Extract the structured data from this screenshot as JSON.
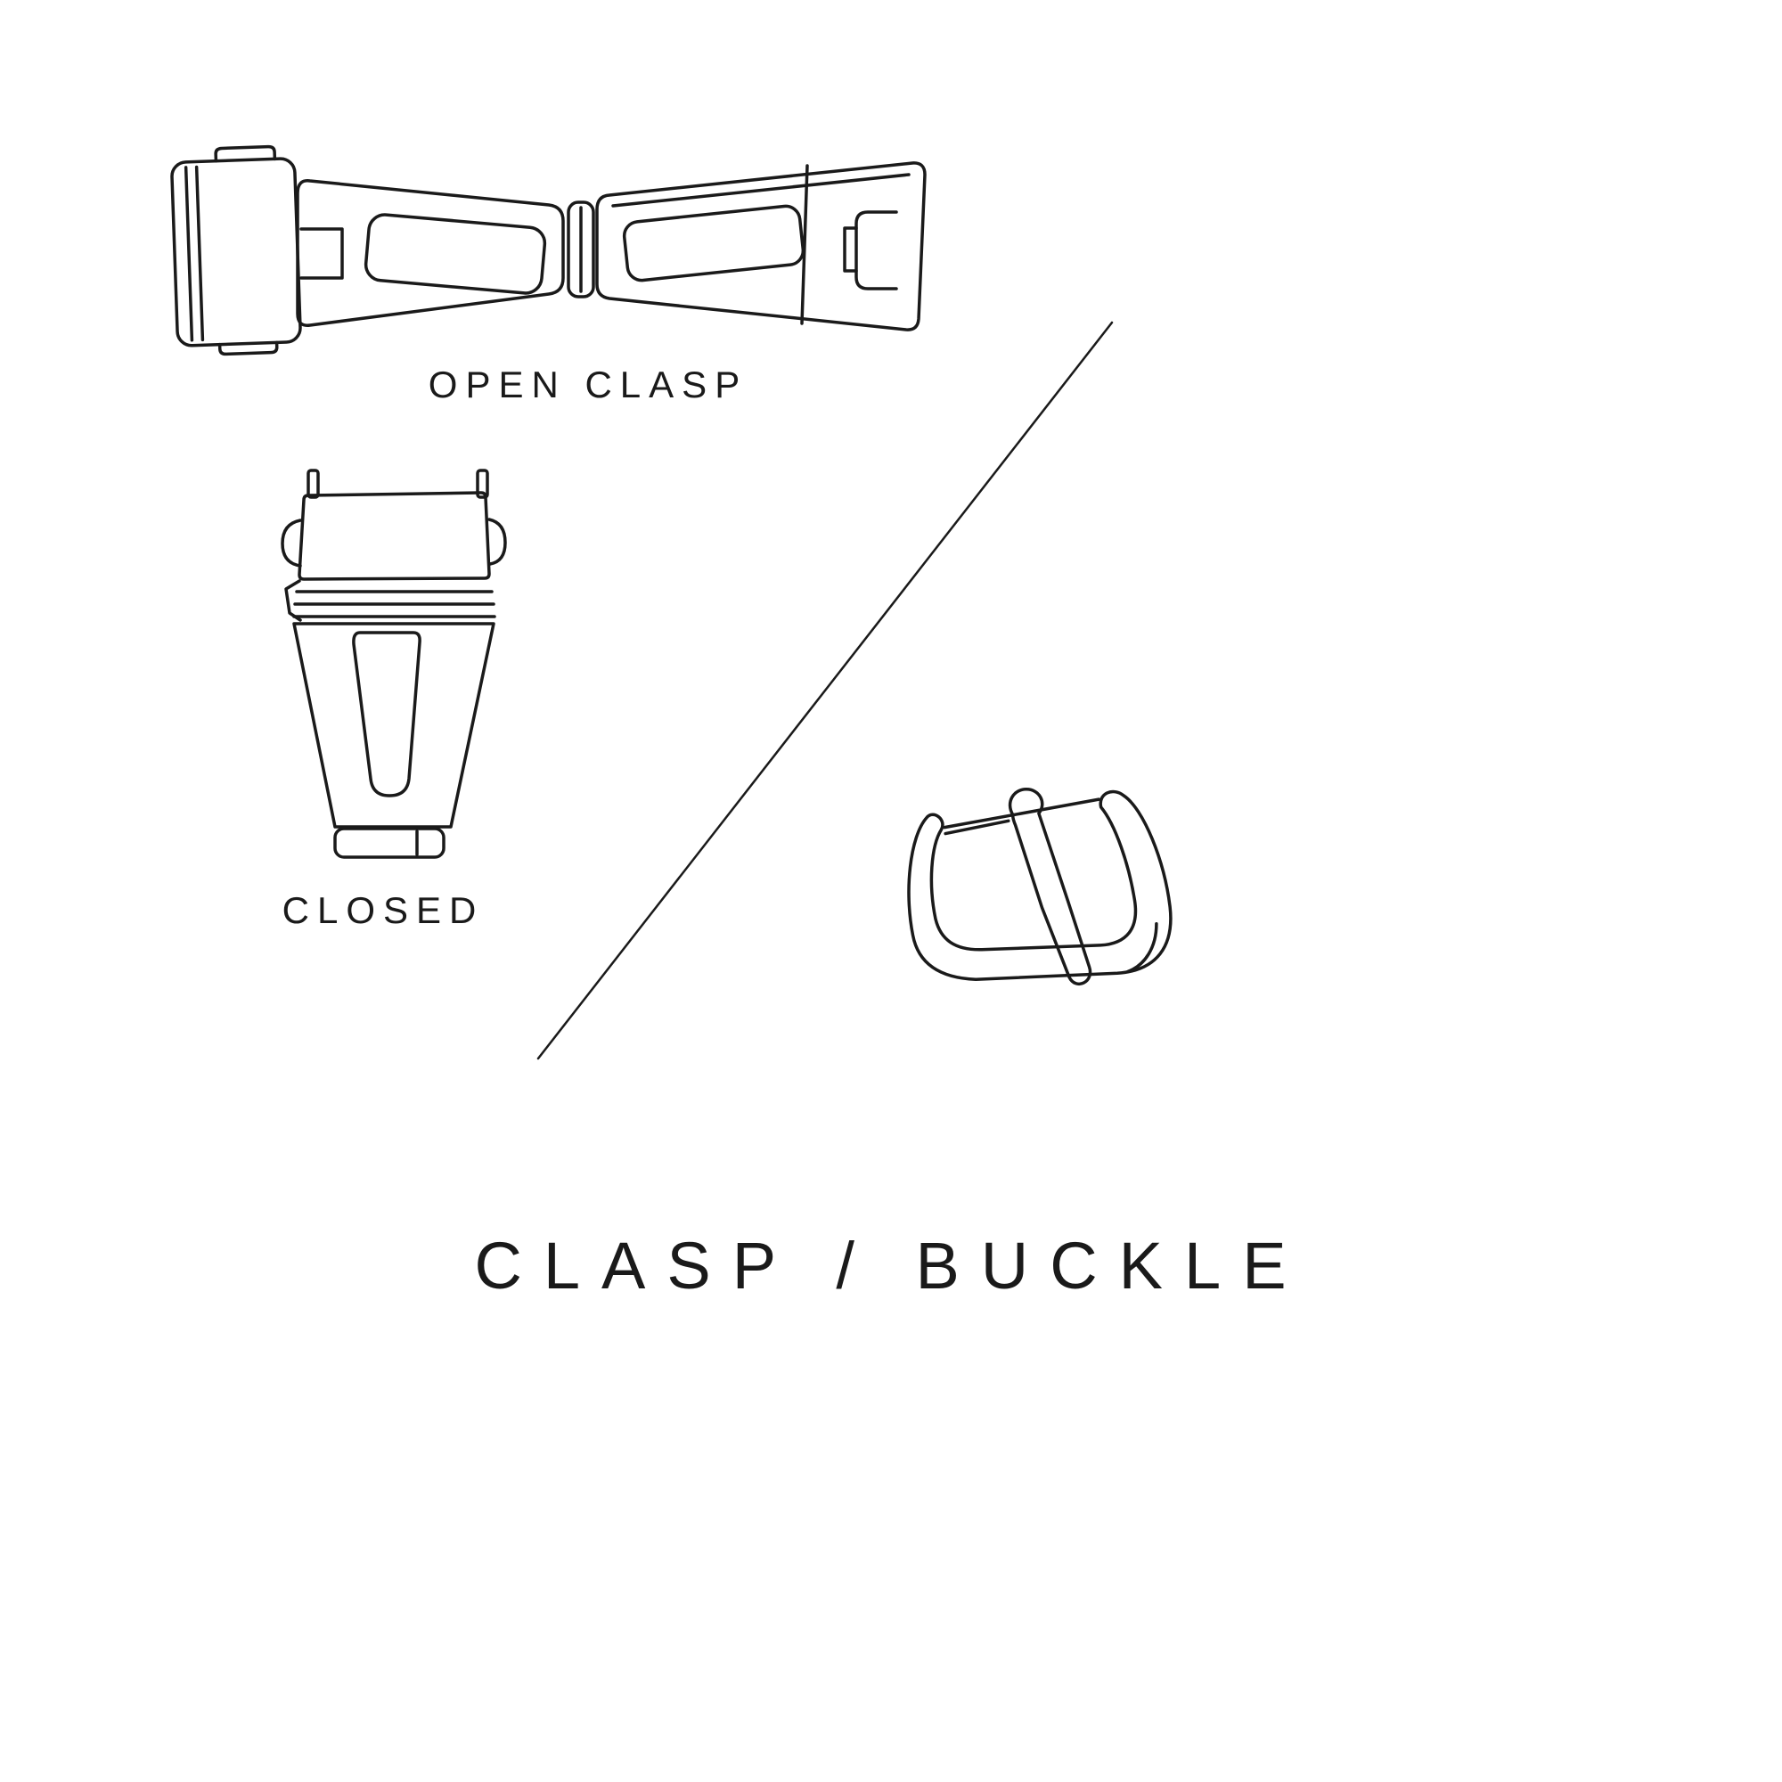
{
  "page": {
    "background_color": "#ffffff",
    "line_color": "#1a1a1a"
  },
  "diagram": {
    "title": "CLASP / BUCKLE",
    "sections": {
      "open_clasp_label": "OPEN CLASP",
      "closed_label": "CLOSED"
    },
    "illustrations": [
      "open-clasp",
      "closed-clasp",
      "tang-buckle"
    ],
    "divider": "diagonal-line"
  }
}
